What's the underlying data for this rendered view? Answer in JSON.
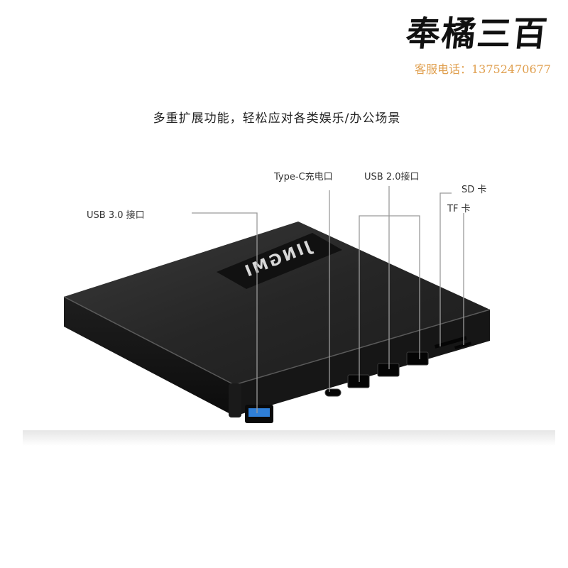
{
  "brand": {
    "title": "奉橘三百",
    "contact": "客服电话：13752470677"
  },
  "headline": "多重扩展功能，轻松应对各类娱乐/办公场景",
  "product": {
    "logo_text": "JINGMI"
  },
  "ports": {
    "usb3": "USB 3.0 接口",
    "typec": "Type-C充电口",
    "usb2": "USB 2.0接口",
    "sd": "SD 卡",
    "tf": "TF 卡"
  },
  "colors": {
    "device_top": "#262626",
    "device_side": "#141414",
    "usb3_accent": "#2f7fd8",
    "leader_line": "#9a9a9a",
    "contact_text": "#e0a050"
  }
}
